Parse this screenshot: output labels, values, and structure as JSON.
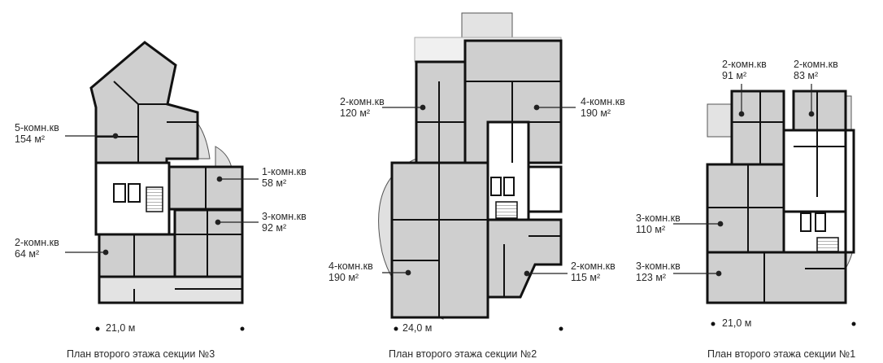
{
  "plans": [
    {
      "caption": "План второго этажа секции №3",
      "dimension": "21,0 м",
      "apartments": [
        {
          "rooms": "5-комн.кв",
          "area": "154 м²"
        },
        {
          "rooms": "1-комн.кв",
          "area": "58 м²"
        },
        {
          "rooms": "3-комн.кв",
          "area": "92 м²"
        },
        {
          "rooms": "2-комн.кв",
          "area": "64 м²"
        }
      ]
    },
    {
      "caption": "План второго этажа секции №2",
      "dimension": "24,0 м",
      "apartments": [
        {
          "rooms": "2-комн.кв",
          "area": "120 м²"
        },
        {
          "rooms": "4-комн.кв",
          "area": "190 м²"
        },
        {
          "rooms": "4-комн.кв",
          "area": "190 м²"
        },
        {
          "rooms": "2-комн.кв",
          "area": "115 м²"
        }
      ]
    },
    {
      "caption": "План второго этажа секции №1",
      "dimension": "21,0 м",
      "apartments": [
        {
          "rooms": "2-комн.кв",
          "area": "91 м²"
        },
        {
          "rooms": "2-комн.кв",
          "area": "83 м²"
        },
        {
          "rooms": "3-комн.кв",
          "area": "110 м²"
        },
        {
          "rooms": "3-комн.кв",
          "area": "123 м²"
        }
      ]
    }
  ],
  "colors": {
    "apartment_fill": "#cfcfcf",
    "common_fill": "#ffffff",
    "balcony_fill": "#e3e3e3",
    "wall": "#111111",
    "leader": "#222222"
  }
}
